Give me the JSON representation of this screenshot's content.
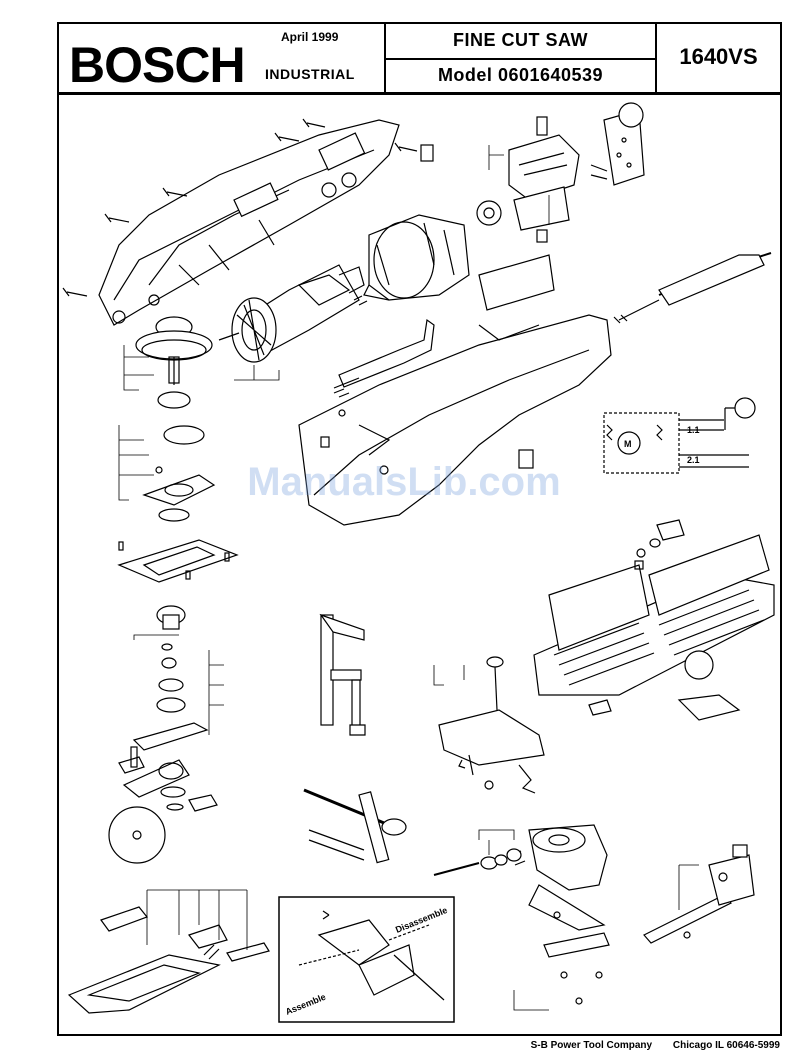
{
  "header": {
    "brand": "BOSCH",
    "date": "April 1999",
    "division": "INDUSTRIAL",
    "product_title": "FINE CUT SAW",
    "model_label": "Model",
    "model_number": "0601640539",
    "model_code": "1640VS"
  },
  "diagram": {
    "motor_symbol": "M",
    "wiring_labels": [
      "1.1",
      "2.1"
    ],
    "detail_labels": {
      "assemble": "Assemble",
      "disassemble": "Disassemble"
    }
  },
  "watermark": "ManualsLib.com",
  "footer": {
    "company": "S-B Power Tool Company",
    "address": "Chicago IL 60646-5999"
  }
}
